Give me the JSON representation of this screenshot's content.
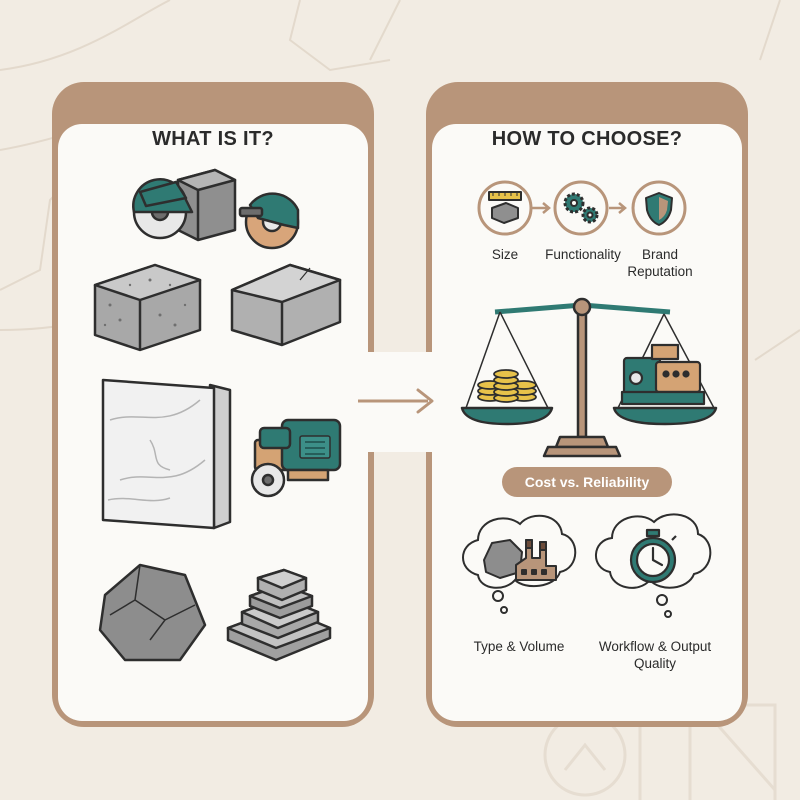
{
  "left": {
    "title": "WHAT IS IT?"
  },
  "right": {
    "title": "HOW TO CHOOSE?",
    "steps": [
      {
        "label": "Size",
        "icon": "ruler-block-icon"
      },
      {
        "label": "Functionality",
        "icon": "gears-icon"
      },
      {
        "label": "Brand Reputation",
        "icon": "shield-icon"
      }
    ],
    "balance_label": "Cost vs. Reliability",
    "bubbles": [
      {
        "label": "Type & Volume",
        "icon": "rock-factory-icon"
      },
      {
        "label": "Workflow & Output Quality",
        "icon": "stopwatch-icon"
      }
    ]
  },
  "colors": {
    "accent_brown": "#b8957a",
    "teal": "#2f7a73",
    "gold": "#e7c24a",
    "stone_gray": "#9a9a9a",
    "background": "#f2ece3"
  }
}
